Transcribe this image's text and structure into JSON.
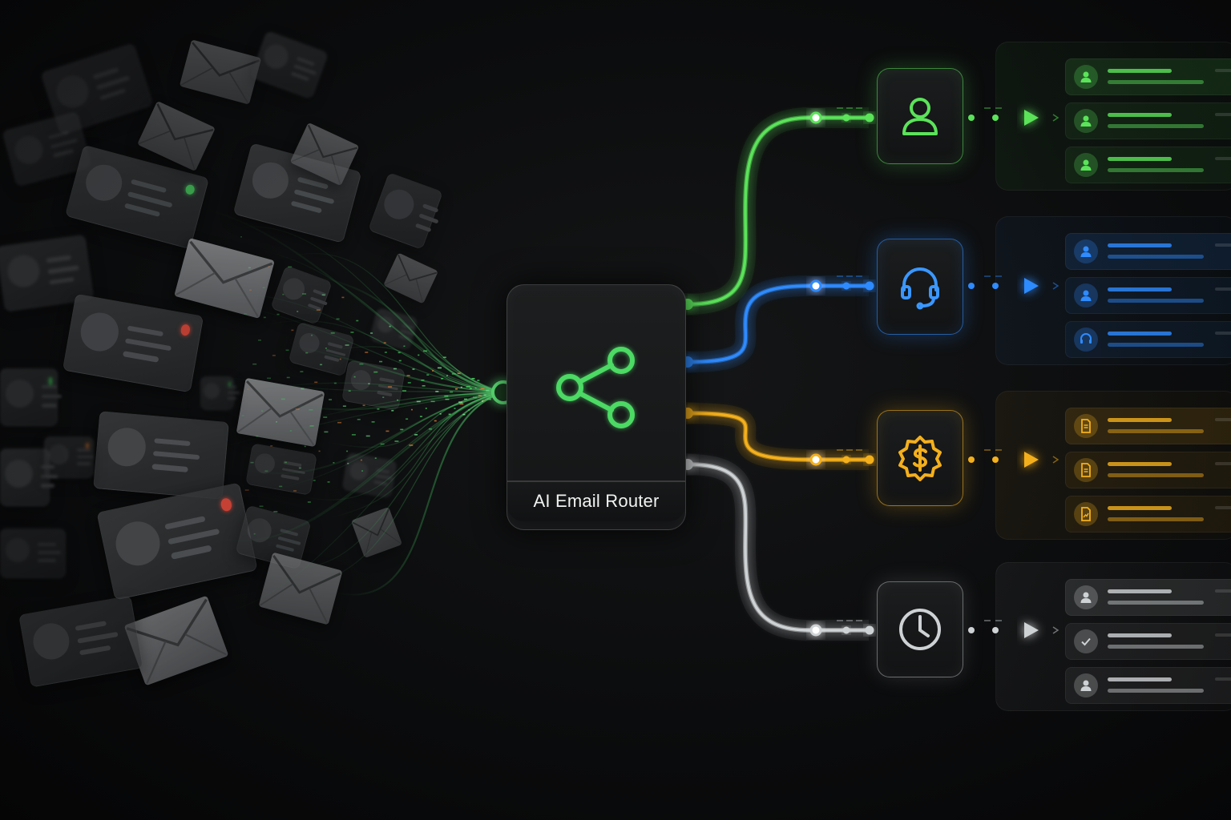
{
  "router": {
    "label": "AI Email Router",
    "icon": "share-nodes-icon",
    "accent": "#4cd964"
  },
  "channels": [
    {
      "id": "sales",
      "icon": "user-icon",
      "color": "#5be35a"
    },
    {
      "id": "support",
      "icon": "headset-icon",
      "color": "#2f8bff"
    },
    {
      "id": "billing",
      "icon": "dollar-badge-icon",
      "color": "#f4b01c"
    },
    {
      "id": "later",
      "icon": "clock-icon",
      "color": "#cfd2d4"
    }
  ],
  "inbox": {
    "icon": "envelope-icon"
  }
}
